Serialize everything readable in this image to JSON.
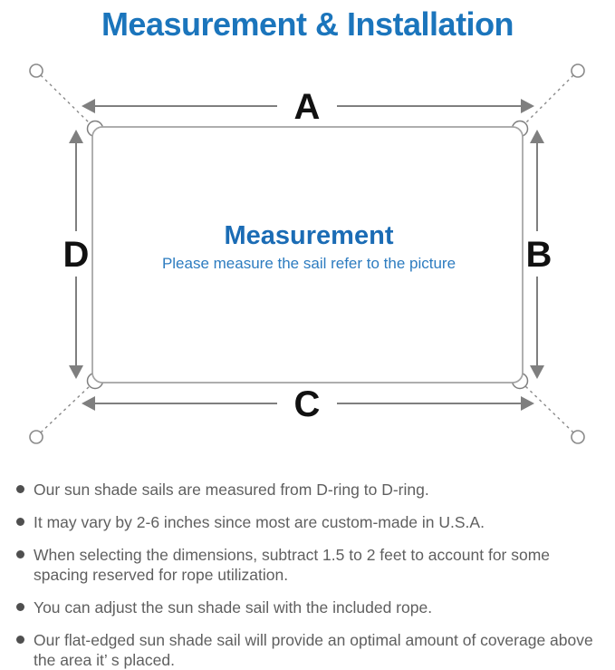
{
  "title": "Measurement & Installation",
  "diagram": {
    "labels": {
      "top": "A",
      "right": "B",
      "bottom": "C",
      "left": "D"
    },
    "center_title": "Measurement",
    "center_subtitle": "Please measure the sail refer to the picture"
  },
  "bullets": [
    "Our sun shade sails are measured from D-ring to D-ring.",
    "It may vary by 2-6 inches since most are custom-made in U.S.A.",
    "When selecting the dimensions, subtract 1.5 to 2 feet to account for some spacing reserved for rope utilization.",
    "You can adjust the sun shade sail with the included rope.",
    "Our flat-edged sun shade sail will provide an optimal amount of coverage above the area it’ s placed."
  ],
  "colors": {
    "title_blue": "#1b75bc",
    "center_blue": "#1b6cb5",
    "subtitle_blue": "#2d7cc0",
    "line_gray": "#7f7f7f",
    "border_gray": "#a3a3a3",
    "text_gray": "#5f5f5f"
  }
}
